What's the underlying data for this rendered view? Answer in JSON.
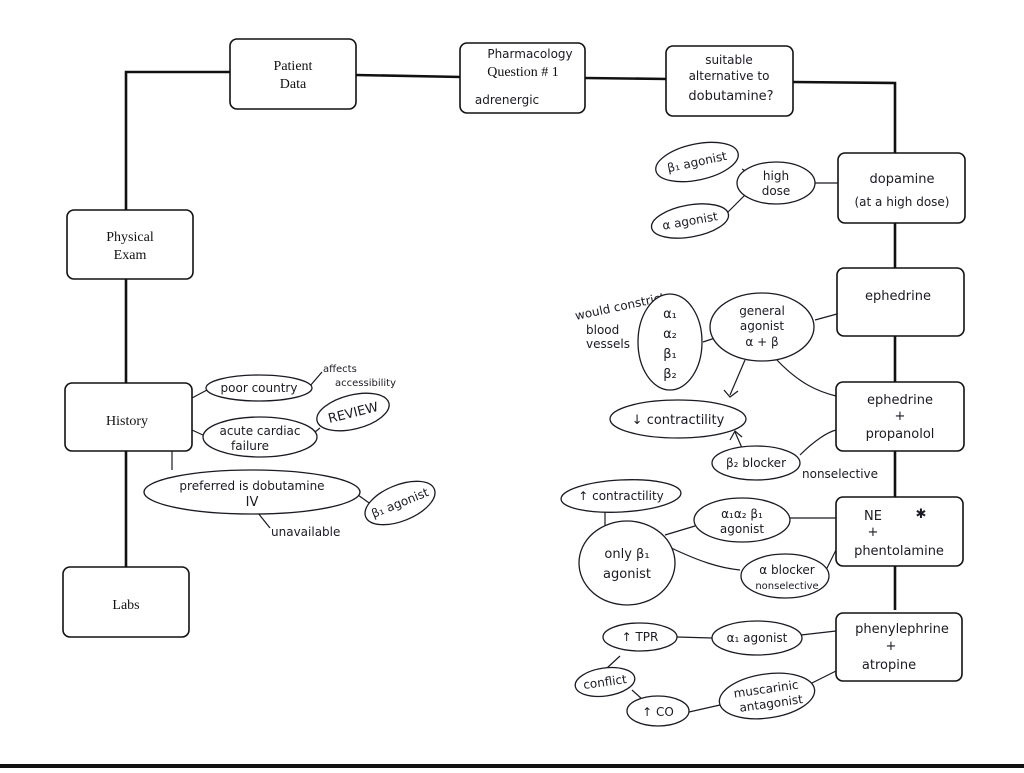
{
  "boxes": {
    "patient_data": [
      "Patient",
      "Data"
    ],
    "question": {
      "top": "Pharmacology",
      "main": "Question # 1",
      "bottom": "adrenergic"
    },
    "suitable": [
      "suitable",
      "alternative to",
      "dobutamine?"
    ],
    "physical_exam": [
      "Physical",
      "Exam"
    ],
    "history": "History",
    "labs": "Labs",
    "dopamine": [
      "dopamine",
      "(at a high dose)"
    ],
    "ephedrine": "ephedrine",
    "ephedrine_propanolol": [
      "ephedrine",
      "+",
      "propanolol"
    ],
    "ne_phentolamine": [
      "NE",
      "+",
      "phentolamine"
    ],
    "phenylephrine_atropine": [
      "phenylephrine",
      "+",
      "atropine"
    ]
  },
  "history_notes": {
    "poor_country": "poor country",
    "affects_accessibility": [
      "affects",
      "accessibility"
    ],
    "acute_cardiac_failure": [
      "acute cardiac",
      "failure"
    ],
    "review": "REVIEW",
    "preferred": [
      "preferred is dobutamine",
      "IV"
    ],
    "unavailable": "unavailable",
    "b1_agonist": "β₁ agonist"
  },
  "dopamine_notes": {
    "b1_agonist": "β₁ agonist",
    "high_dose": [
      "high",
      "dose"
    ],
    "alpha_agonist": "α agonist"
  },
  "ephedrine_notes": {
    "would_constrict": [
      "would constrict",
      "blood",
      "vessels"
    ],
    "receptors": [
      "α₁",
      "α₂",
      "β₁",
      "β₂"
    ],
    "general_agonist": [
      "general",
      "agonist",
      "α + β"
    ],
    "dec_contractility": "↓ contractility",
    "b2_blocker": "β₂ blocker",
    "nonselective": "nonselective"
  },
  "ne_notes": {
    "inc_contractility": "↑ contractility",
    "only_b1": [
      "only β₁",
      "agonist"
    ],
    "a1a2b1": [
      "α₁α₂ β₁",
      "agonist"
    ],
    "a_blocker": [
      "α blocker",
      "nonselective"
    ],
    "star": "✱"
  },
  "phenyl_notes": {
    "inc_tpr": "↑ TPR",
    "a1_agonist": "α₁ agonist",
    "conflict": "conflict",
    "inc_co": "↑ CO",
    "muscarinic": [
      "muscarinic",
      "antagonist"
    ]
  }
}
